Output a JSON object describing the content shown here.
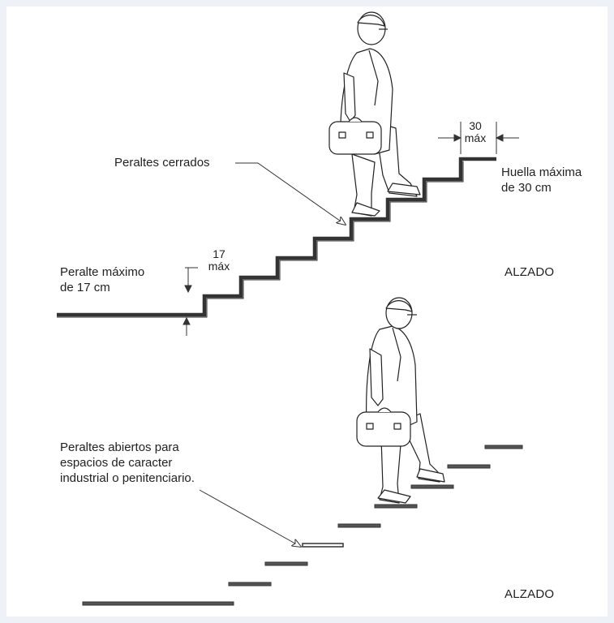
{
  "diagram": {
    "top": {
      "callout_closed_risers": "Peraltes cerrados",
      "max_tread_note": [
        "Huella máxima",
        "de 30 cm"
      ],
      "max_riser_note": [
        "Peralte máximo",
        "de 17 cm"
      ],
      "dim_tread": {
        "value": "30",
        "unit": "máx"
      },
      "dim_riser": {
        "value": "17",
        "unit": "máx"
      },
      "view_label": "ALZADO"
    },
    "bottom": {
      "callout_open_risers": [
        "Peraltes abiertos para",
        "espacios de caracter",
        "industrial o penitenciario."
      ],
      "view_label": "ALZADO"
    }
  },
  "colors": {
    "background": "#eef2f8",
    "panel": "#ffffff",
    "line": "#333333",
    "tread": "#555555"
  }
}
